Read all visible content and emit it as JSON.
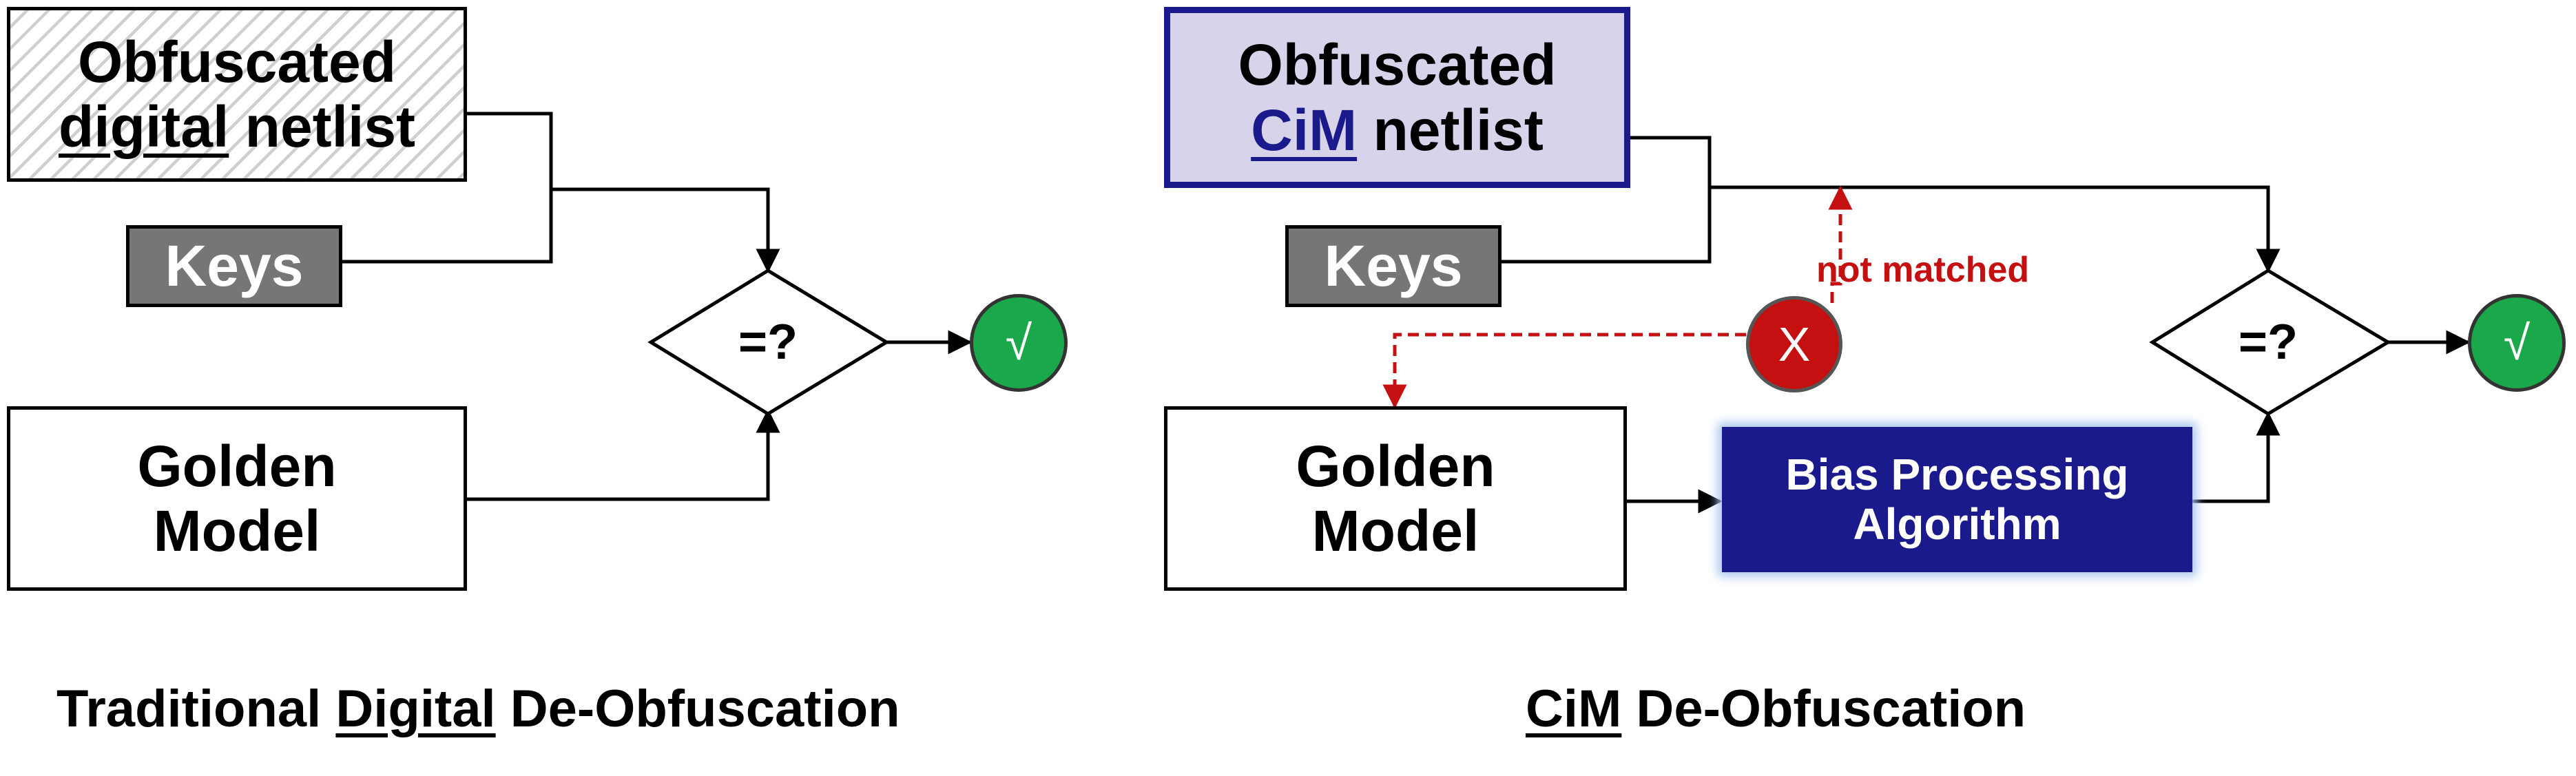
{
  "left": {
    "netlist": {
      "line1": "Obfuscated",
      "line2_emph": "digital",
      "line2_rest": " netlist"
    },
    "keys": "Keys",
    "compare": "=?",
    "result": "√",
    "golden": {
      "line1": "Golden",
      "line2": "Model"
    },
    "caption": {
      "pre": "Traditional ",
      "emph": "Digital",
      "post": " De-Obfuscation"
    }
  },
  "right": {
    "netlist": {
      "line1": "Obfuscated",
      "line2_emph": "CiM",
      "line2_rest": " netlist"
    },
    "keys": "Keys",
    "mismatch_symbol": "X",
    "mismatch_label": "not matched",
    "compare": "=?",
    "result": "√",
    "golden": {
      "line1": "Golden",
      "line2": "Model"
    },
    "bias": {
      "line1": "Bias Processing",
      "line2": "Algorithm"
    },
    "caption": {
      "emph": "CiM",
      "post": " De-Obfuscation"
    }
  },
  "colors": {
    "cim_accent": "#1a1a8c",
    "cim_netlist_fill": "#d6d3ea",
    "keys_fill": "#767676",
    "check_green": "#1aa84a",
    "mismatch_red": "#c41010"
  }
}
